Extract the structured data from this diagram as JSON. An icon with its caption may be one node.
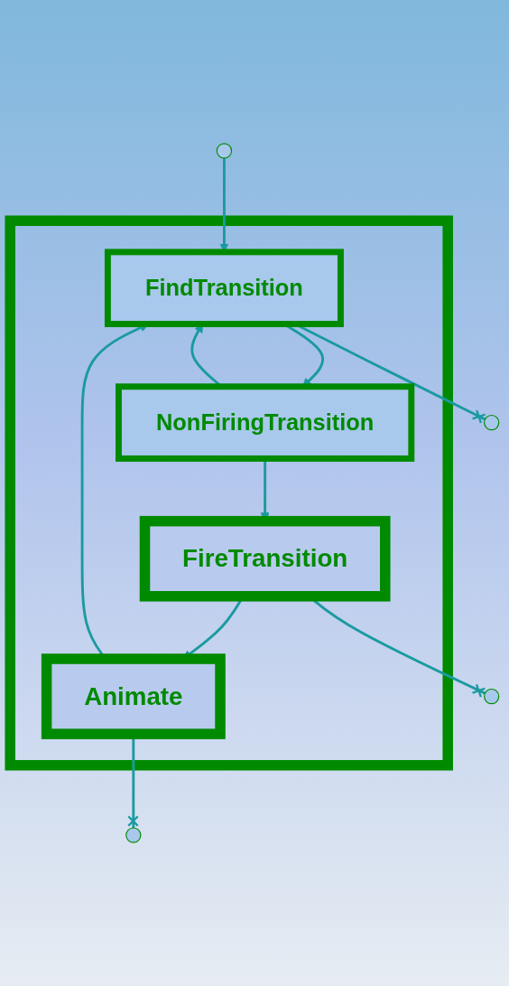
{
  "diagram": {
    "nodes": [
      {
        "text": [],
        "shape": "box"
      },
      {
        "text": [
          "FindTransition"
        ],
        "in": 0
      },
      {
        "text": [
          "NonFiringTransition"
        ],
        "in": 0
      },
      {
        "text": [
          "FireTransition"
        ],
        "in": 0
      },
      {
        "text": [
          "Animate"
        ],
        "in": 0
      }
    ],
    "edges": [
      {
        "from": null,
        "to": 1,
        "arrow": "to"
      },
      {
        "from": 4,
        "to": 1,
        "arrow": "to"
      },
      {
        "from": 1,
        "to": 2,
        "arrow": "to"
      },
      {
        "from": 2,
        "to": 1,
        "arrow": "to"
      },
      {
        "from": 2,
        "to": 3,
        "arrow": "to"
      },
      {
        "from": 3,
        "to": 4,
        "arrow": "to"
      },
      {
        "from": 1,
        "to": null,
        "arrow": "other"
      },
      {
        "from": 3,
        "to": null,
        "arrow": "other"
      },
      {
        "from": 4,
        "to": null,
        "arrow": "other"
      }
    ]
  }
}
